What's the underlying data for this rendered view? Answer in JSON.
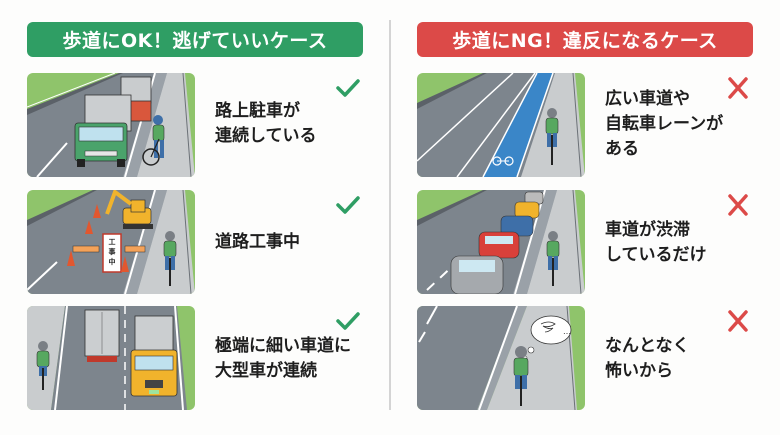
{
  "ok_section": {
    "title": "歩道にOK！逃げていいケース",
    "color": "#2f9e64",
    "items": [
      {
        "caption": "路上駐車が\n連続している",
        "mark": "check-icon",
        "scene": "parked-trucks-cyclist"
      },
      {
        "caption": "道路工事中",
        "mark": "check-icon",
        "scene": "road-construction-cyclist"
      },
      {
        "caption": "極端に細い車道に\n大型車が連続",
        "mark": "check-icon",
        "scene": "narrow-road-large-trucks"
      }
    ]
  },
  "ng_section": {
    "title": "歩道にNG！違反になるケース",
    "color": "#dc4a48",
    "items": [
      {
        "caption": "広い車道や\n自転車レーンが\nある",
        "mark": "cross-icon",
        "scene": "wide-road-bike-lane"
      },
      {
        "caption": "車道が渋滞\nしているだけ",
        "mark": "cross-icon",
        "scene": "traffic-jam-cyclist"
      },
      {
        "caption": "なんとなく\n怖いから",
        "mark": "cross-icon",
        "scene": "scared-cyclist"
      }
    ]
  },
  "sign_text": "工事中"
}
